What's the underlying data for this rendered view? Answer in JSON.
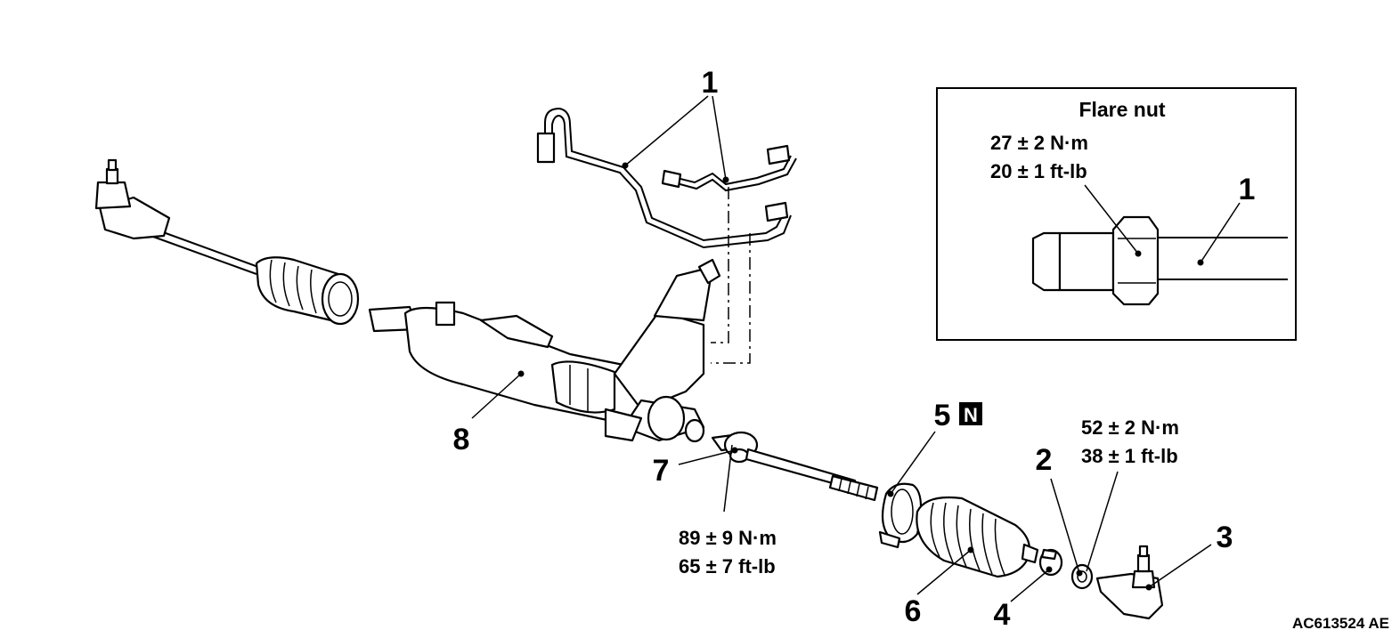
{
  "callouts": {
    "c1_top": "1",
    "c1_inset": "1",
    "c2": "2",
    "c3": "3",
    "c4": "4",
    "c5": "5",
    "c5_badge": "N",
    "c6": "6",
    "c7": "7",
    "c8": "8"
  },
  "inset": {
    "title": "Flare nut",
    "torque_nm": "27 ± 2 N·m",
    "torque_ftlb": "20 ± 1 ft-lb"
  },
  "torque_tie_rod_end": {
    "nm": "52 ± 2 N·m",
    "ftlb": "38 ± 1 ft-lb"
  },
  "torque_tie_rod": {
    "nm": "89 ± 9 N·m",
    "ftlb": "65 ± 7 ft-lb"
  },
  "reference_code": "AC613524 AE"
}
